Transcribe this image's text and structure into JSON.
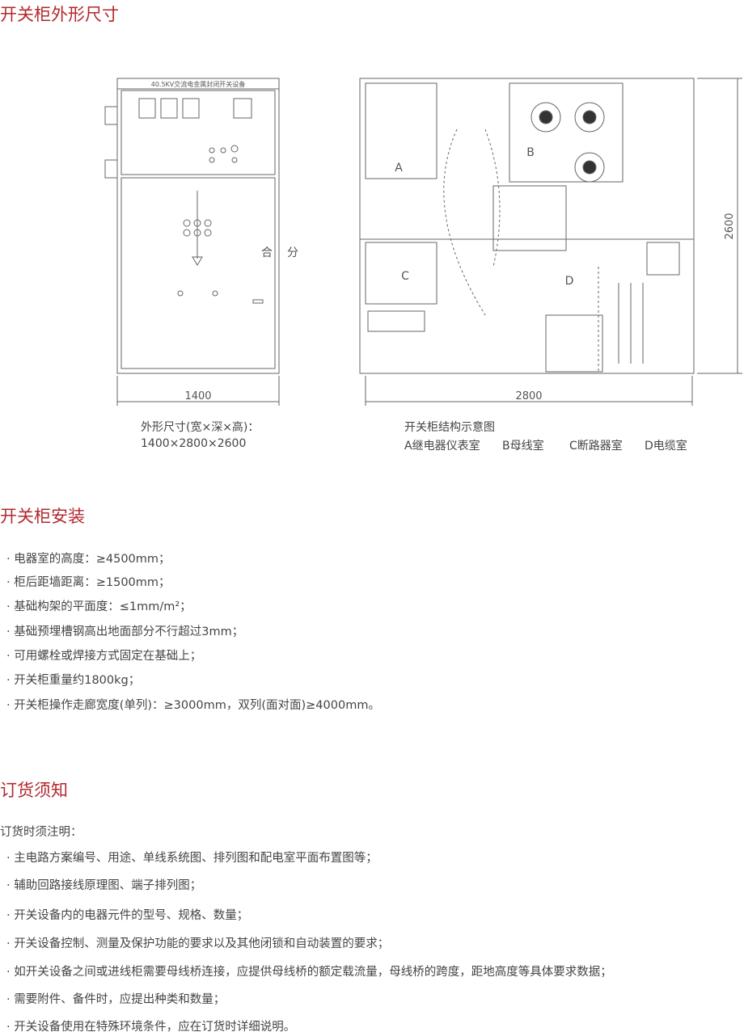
{
  "sections": {
    "dimensions": {
      "title": "开关柜外形尺寸",
      "front_label": "40.5KV交流电金属封闭开关设备",
      "front_switch_labels": [
        "合",
        "分"
      ],
      "width_dim": "1400",
      "depth_dim": "2800",
      "height_dim": "2600",
      "rooms": [
        "A",
        "B",
        "C",
        "D"
      ],
      "caption_left": [
        "外形尺寸(宽×深×高)：",
        "1400×2800×2600"
      ],
      "caption_right_title": "开关柜结构示意图",
      "caption_right_legend": [
        "A继电器仪表室",
        "B母线室",
        "C断路器室",
        "D电缆室"
      ]
    },
    "install": {
      "title": "开关柜安装",
      "items": [
        "· 电器室的高度：≥4500mm；",
        "· 柜后距墙距离：≥1500mm；",
        "· 基础构架的平面度：≤1mm/m²；",
        "· 基础预埋槽钢高出地面部分不行超过3mm；",
        "· 可用螺栓或焊接方式固定在基础上；",
        "· 开关柜重量约1800kg；",
        "· 开关柜操作走廊宽度(单列)：≥3000mm，双列(面对面)≥4000mm。"
      ]
    },
    "order": {
      "title": "订货须知",
      "intro": "订货时须注明：",
      "items": [
        "· 主电路方案编号、用途、单线系统图、排列图和配电室平面布置图等；",
        "· 辅助回路接线原理图、端子排列图；",
        "· 开关设备内的电器元件的型号、规格、数量；",
        "· 开关设备控制、测量及保护功能的要求以及其他闭锁和自动装置的要求；",
        "· 如开关设备之间或进线柜需要母线桥连接，应提供母线桥的额定载流量，母线桥的跨度，距地高度等具体要求数据；",
        "· 需要附件、备件时，应提出种类和数量；",
        "· 开关设备使用在特殊环境条件，应在订货时详细说明。"
      ]
    }
  }
}
